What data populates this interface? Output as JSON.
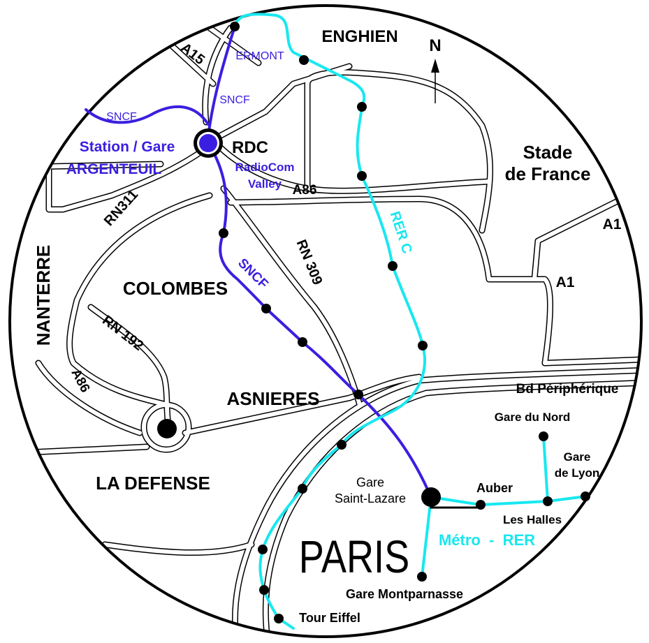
{
  "colors": {
    "sncf": "#3a1fe0",
    "rer": "#18e8f0",
    "roads": "#000000",
    "background": "#ffffff"
  },
  "compass": {
    "label": "N",
    "icon": "north-arrow-icon"
  },
  "places": {
    "enghien": "ENGHIEN",
    "stade_line1": "Stade",
    "stade_line2": "de France",
    "nanterre": "NANTERRE",
    "colombes": "COLOMBES",
    "asnieres": "ASNIERES",
    "la_defense": "LA DEFENSE",
    "paris": "PARIS"
  },
  "roads": {
    "a15": "A15",
    "a86_north": "A86",
    "a86_west": "A86",
    "rn311": "RN311",
    "rn309": "RN 309",
    "rn192": "RN 192",
    "a1_upper": "A1",
    "a1_lower": "A1",
    "bd_peripherique": "Bd Périphérique"
  },
  "lines": {
    "sncf_west": "SNCF",
    "sncf_north": "SNCF",
    "sncf_south": "SNCF",
    "ermont": "ERMONT",
    "rer_c": "RER C",
    "metro_rer": "Métro  -  RER"
  },
  "highlight": {
    "station_line1": "Station / Gare",
    "station_line2": "ARGENTEUIL",
    "rdc": "RDC",
    "radiocom_line1": "RadioCom",
    "radiocom_line2": "Valley"
  },
  "stations": {
    "saint_lazare_line1": "Gare",
    "saint_lazare_line2": "Saint-Lazare",
    "auber": "Auber",
    "gare_du_nord": "Gare du Nord",
    "gare_de_lyon_line1": "Gare",
    "gare_de_lyon_line2": "de Lyon",
    "les_halles": "Les Halles",
    "gare_montparnasse": "Gare Montparnasse",
    "tour_eiffel": "Tour Eiffel"
  }
}
